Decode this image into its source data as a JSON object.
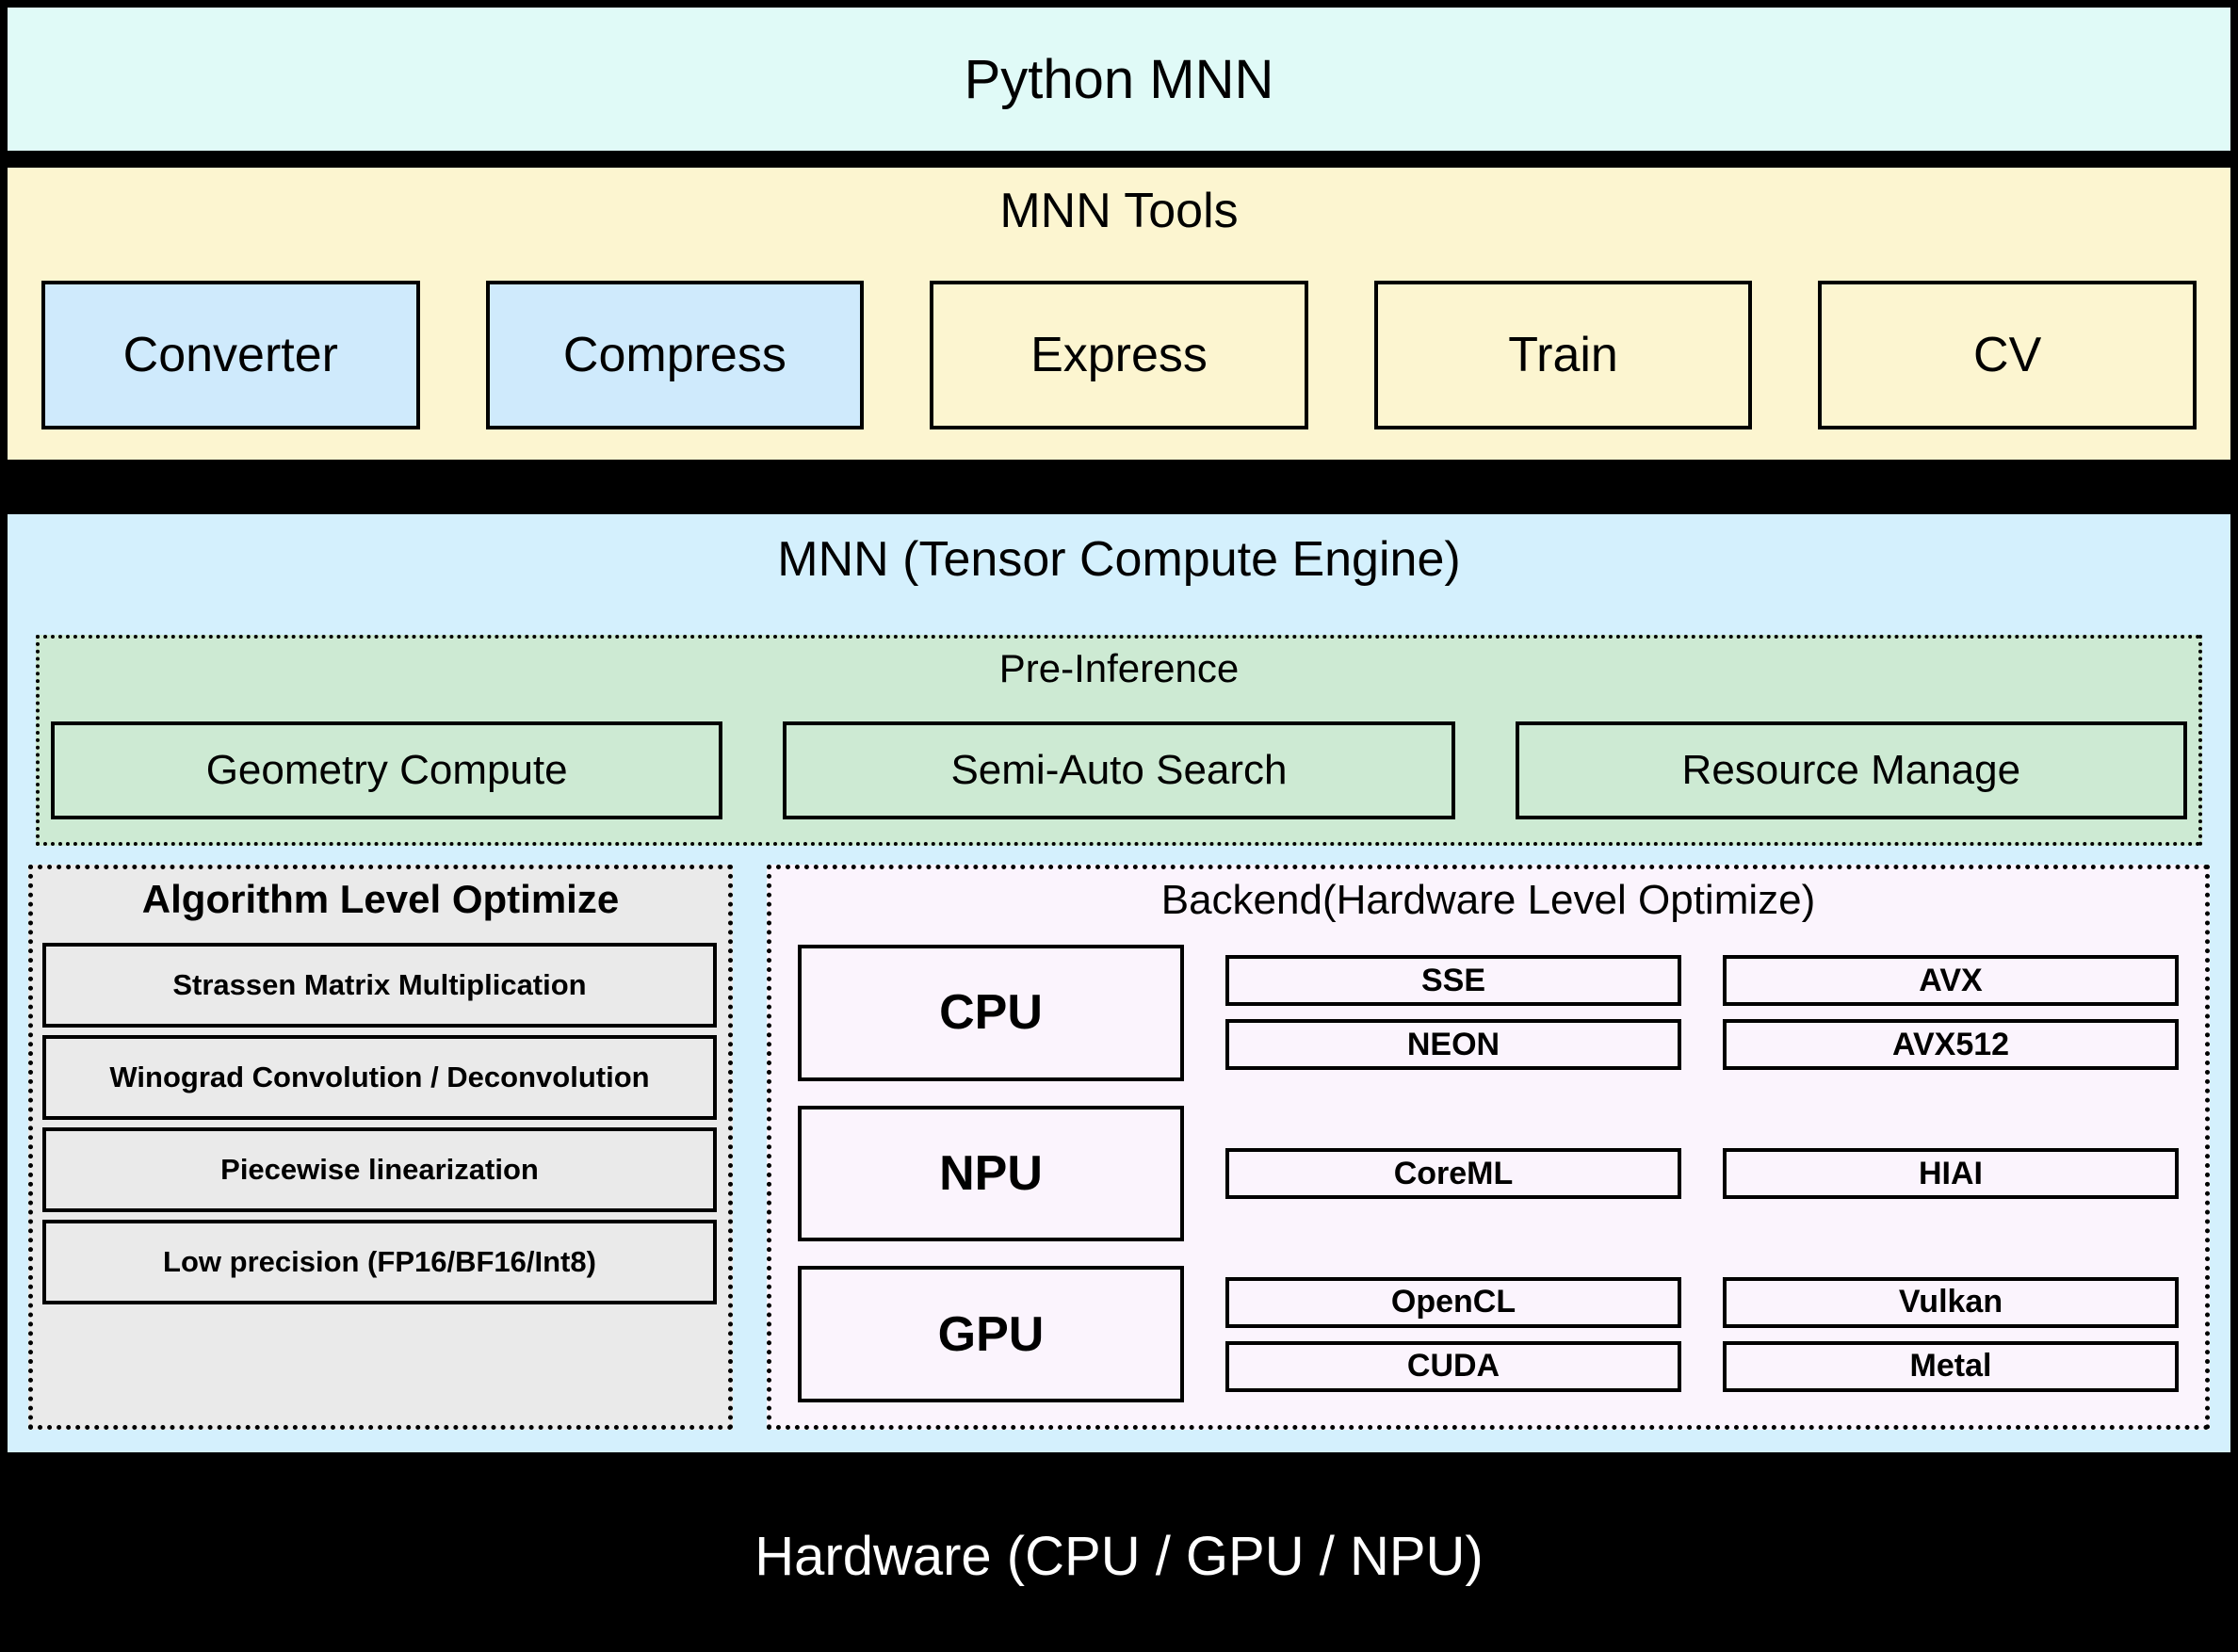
{
  "layers": {
    "python": {
      "title": "Python MNN",
      "bg_color": "#e0faf7"
    },
    "tools": {
      "title": "MNN Tools",
      "bg_color": "#fcf5d0",
      "items": [
        {
          "label": "Converter",
          "fill": "#cfeafc"
        },
        {
          "label": "Compress",
          "fill": "#cfeafc"
        },
        {
          "label": "Express",
          "fill": "#fcf5d0"
        },
        {
          "label": "Train",
          "fill": "#fcf5d0"
        },
        {
          "label": "CV",
          "fill": "#fcf5d0"
        }
      ]
    },
    "engine": {
      "title": "MNN (Tensor Compute Engine)",
      "bg_color": "#d4f0fd",
      "pre_inference": {
        "title": "Pre-Inference",
        "bg_color": "#cdead3",
        "items": [
          {
            "label": "Geometry Compute"
          },
          {
            "label": "Semi-Auto Search"
          },
          {
            "label": "Resource Manage"
          }
        ]
      },
      "algorithm": {
        "title": "Algorithm Level Optimize",
        "bg_color": "#eaeaea",
        "items": [
          {
            "label": "Strassen Matrix Multiplication"
          },
          {
            "label": "Winograd Convolution / Deconvolution"
          },
          {
            "label": "Piecewise linearization"
          },
          {
            "label": "Low precision (FP16/BF16/Int8)"
          }
        ]
      },
      "backend": {
        "title": "Backend(Hardware Level Optimize)",
        "bg_color": "#fbf4fd",
        "rows": [
          {
            "processor": "CPU",
            "col_left": [
              "SSE",
              "NEON"
            ],
            "col_right": [
              "AVX",
              "AVX512"
            ]
          },
          {
            "processor": "NPU",
            "col_left": [
              "CoreML"
            ],
            "col_right": [
              "HIAI"
            ]
          },
          {
            "processor": "GPU",
            "col_left": [
              "OpenCL",
              "CUDA"
            ],
            "col_right": [
              "Vulkan",
              "Metal"
            ]
          }
        ]
      }
    },
    "hardware": {
      "title": "Hardware (CPU / GPU / NPU)",
      "bg_color": "#000000",
      "text_color": "#ffffff"
    }
  }
}
